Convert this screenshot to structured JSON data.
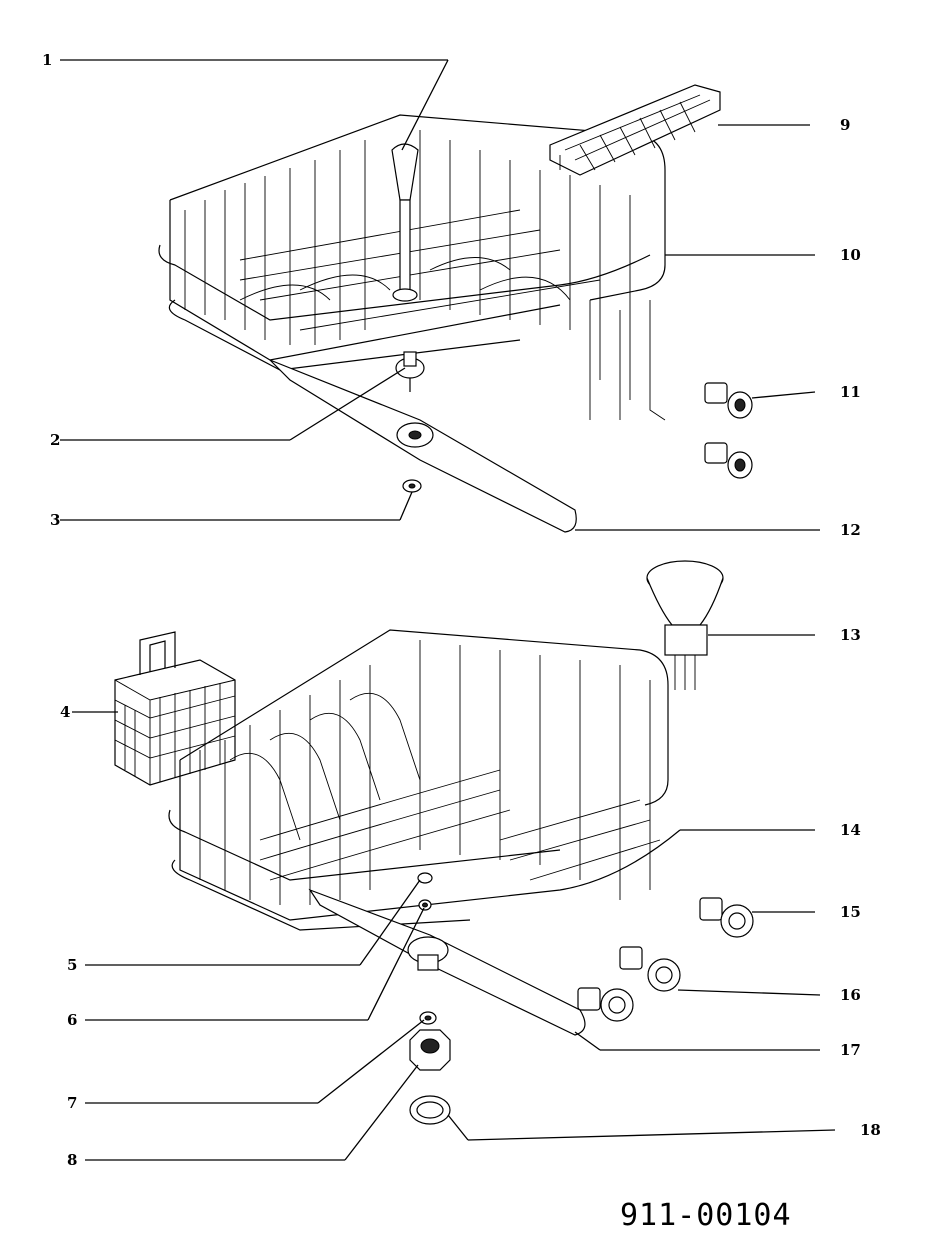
{
  "diagram_code": "911-00104",
  "callouts": {
    "c1": "1",
    "c2": "2",
    "c3": "3",
    "c4": "4",
    "c5": "5",
    "c6": "6",
    "c7": "7",
    "c8": "8",
    "c9": "9",
    "c10": "10",
    "c11": "11",
    "c12": "12",
    "c13": "13",
    "c14": "14",
    "c15": "15",
    "c16": "16",
    "c17": "17",
    "c18": "18"
  }
}
